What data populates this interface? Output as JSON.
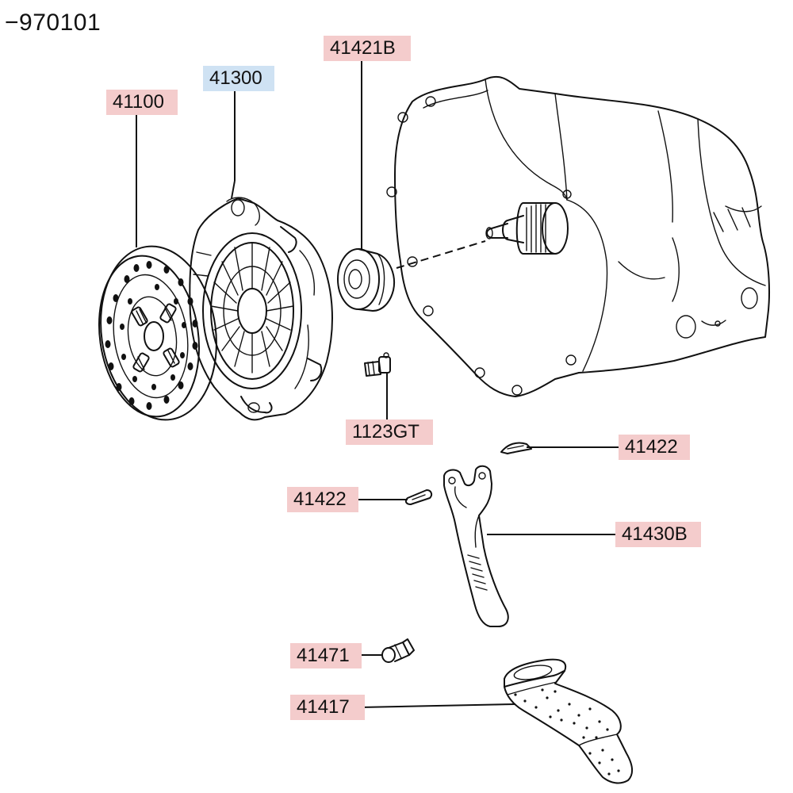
{
  "diagram": {
    "title": "−970101",
    "colors": {
      "part_highlight": "#f4cccc",
      "part_selected": "#cfe2f3",
      "line": "#111111"
    },
    "callouts": [
      {
        "id": "41100",
        "label": "41100",
        "state": "highlight"
      },
      {
        "id": "41300",
        "label": "41300",
        "state": "selected"
      },
      {
        "id": "41421B",
        "label": "41421B",
        "state": "highlight"
      },
      {
        "id": "1123GT",
        "label": "1123GT",
        "state": "highlight"
      },
      {
        "id": "41422a",
        "label": "41422",
        "state": "highlight"
      },
      {
        "id": "41422b",
        "label": "41422",
        "state": "highlight"
      },
      {
        "id": "41430B",
        "label": "41430B",
        "state": "highlight"
      },
      {
        "id": "41471",
        "label": "41471",
        "state": "highlight"
      },
      {
        "id": "41417",
        "label": "41417",
        "state": "highlight"
      }
    ]
  }
}
